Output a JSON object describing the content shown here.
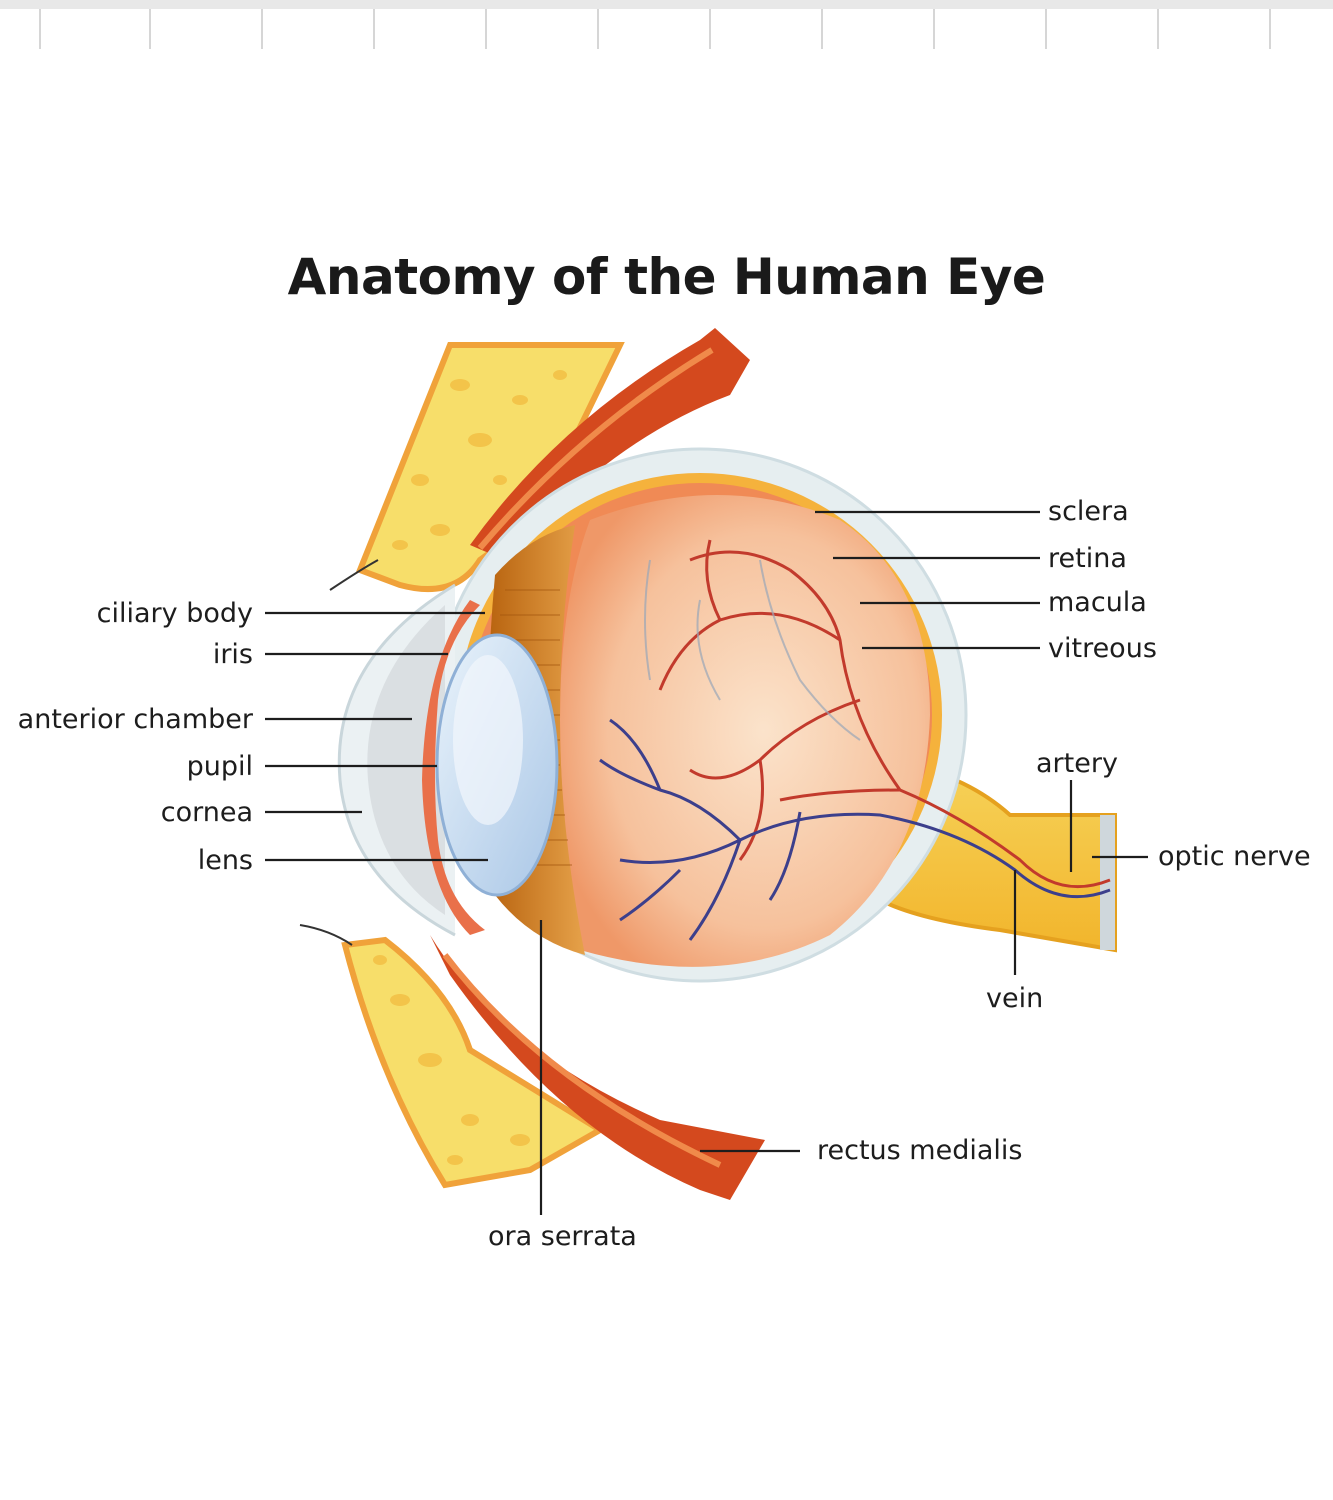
{
  "title": "Anatomy of the Human Eye",
  "labels": {
    "ciliary_body": "ciliary body",
    "iris": "iris",
    "anterior_chamber": "anterior chamber",
    "pupil": "pupil",
    "cornea": "cornea",
    "lens": "lens",
    "sclera": "sclera",
    "retina": "retina",
    "macula": "macula",
    "vitreous": "vitreous",
    "artery": "artery",
    "optic_nerve": "optic nerve",
    "vein": "vein",
    "rectus_medialis": "rectus medialis",
    "ora_serrata": "ora serrata"
  },
  "colors": {
    "sclera": "#e6eef0",
    "retina": "#f08a55",
    "vitreous": "#f7c5a0",
    "choroid": "#d4781d",
    "muscle": "#d4491e",
    "bone": "#f7de6a",
    "lens": "#c9dff1",
    "optic_nerve": "#f3c53a",
    "artery": "#c23a2c",
    "vein": "#3c3f8c"
  }
}
